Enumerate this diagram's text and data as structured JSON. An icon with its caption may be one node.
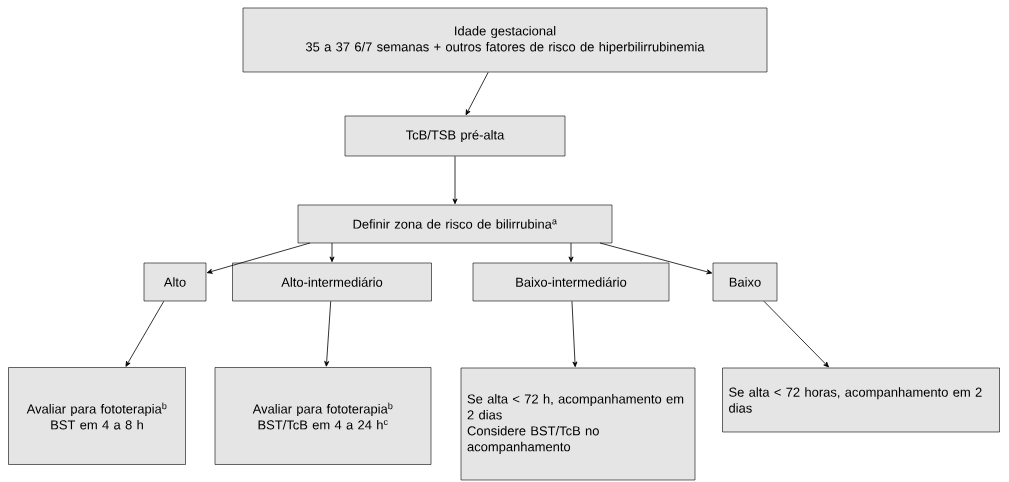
{
  "diagram": {
    "nodes": [
      {
        "text": [
          "Idade gestacional",
          "35 a 37 6/7 semanas + outros fatores de risco de hiperbilirrubinemia"
        ]
      },
      {
        "text": [
          "TcB/TSB pré-alta"
        ]
      },
      {
        "text": [
          "Definir zona de risco de bilirrubina$^{a}$"
        ]
      },
      {
        "text": [
          "Alto"
        ]
      },
      {
        "text": [
          "Alto-intermediário"
        ]
      },
      {
        "text": [
          "Baixo-intermediário"
        ]
      },
      {
        "text": [
          "Baixo"
        ]
      },
      {
        "text": [
          "Avaliar para fototerapia$^{b}$",
          "BST em 4 a 8 h"
        ]
      },
      {
        "text": [
          "Avaliar para fototerapia$^{b}$",
          "BST/TcB em 4 a 24 h$^{c}$"
        ]
      },
      {
        "text": [
          "Se alta < 72 h, acompanhamento em 2 dias",
          "Considere BST/TcB no acompanhamento"
        ]
      },
      {
        "text": [
          "Se alta < 72 horas, acompanhamento em 2 dias"
        ]
      }
    ],
    "edges": [
      {
        "from": 0,
        "to": 1,
        "arrow": "to"
      },
      {
        "from": 1,
        "to": 2,
        "arrow": "to"
      },
      {
        "from": 2,
        "to": 3,
        "arrow": "to"
      },
      {
        "from": 2,
        "to": 4,
        "arrow": "to"
      },
      {
        "from": 2,
        "to": 5,
        "arrow": "to"
      },
      {
        "from": 2,
        "to": 6,
        "arrow": "to"
      },
      {
        "from": 3,
        "to": 7,
        "arrow": "to"
      },
      {
        "from": 4,
        "to": 8,
        "arrow": "to"
      },
      {
        "from": 5,
        "to": 9,
        "arrow": "to"
      },
      {
        "from": 6,
        "to": 10,
        "arrow": "to"
      }
    ]
  }
}
